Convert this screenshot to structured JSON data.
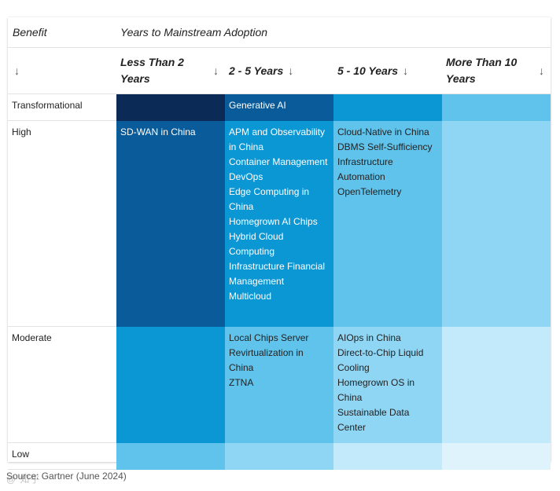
{
  "header": {
    "benefit_label": "Benefit",
    "years_label": "Years to Mainstream Adoption",
    "benefit_arrow": "↓",
    "arrow": "↓"
  },
  "columns": [
    "Less Than 2 Years",
    "2 - 5 Years",
    "5 - 10 Years",
    "More Than 10 Years"
  ],
  "rows": [
    {
      "benefit": "Transformational",
      "cells": [
        {
          "items": [],
          "color": "#0b2a56"
        },
        {
          "items": [
            "Generative AI"
          ],
          "color": "#0a5b99"
        },
        {
          "items": [],
          "color": "#0b97d4"
        },
        {
          "items": [],
          "color": "#5fc3ec"
        }
      ]
    },
    {
      "benefit": "High",
      "cells": [
        {
          "items": [
            "SD-WAN in China"
          ],
          "color": "#0a5b99"
        },
        {
          "items": [
            "APM and Observability in China",
            "Container Management",
            "DevOps",
            "Edge Computing in China",
            "Homegrown AI Chips",
            "Hybrid Cloud Computing",
            "Infrastructure Financial Management",
            "Multicloud"
          ],
          "color": "#0b97d4"
        },
        {
          "items": [
            "Cloud-Native in China",
            "DBMS Self-Sufficiency",
            "Infrastructure Automation",
            "OpenTelemetry"
          ],
          "color": "#5fc3ec"
        },
        {
          "items": [],
          "color": "#8fd6f4"
        }
      ]
    },
    {
      "benefit": "Moderate",
      "cells": [
        {
          "items": [],
          "color": "#0b97d4"
        },
        {
          "items": [
            "Local Chips Server Revirtualization in China",
            "ZTNA"
          ],
          "color": "#5fc3ec"
        },
        {
          "items": [
            "AIOps in China",
            "Direct-to-Chip Liquid Cooling",
            "Homegrown OS in China",
            "Sustainable Data Center"
          ],
          "color": "#8fd6f4"
        },
        {
          "items": [],
          "color": "#c3eafa"
        }
      ]
    },
    {
      "benefit": "Low",
      "cells": [
        {
          "items": [],
          "color": "#5fc3ec"
        },
        {
          "items": [],
          "color": "#8fd6f4"
        },
        {
          "items": [],
          "color": "#c3eafa"
        },
        {
          "items": [],
          "color": "#def3fc"
        }
      ]
    }
  ],
  "footer": {
    "source": "Source: Gartner (June 2024)",
    "watermark": "@ 知乎"
  }
}
